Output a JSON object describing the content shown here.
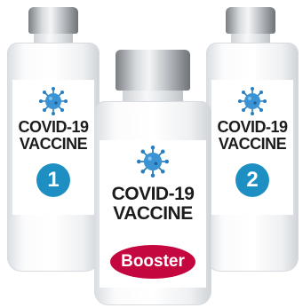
{
  "vials": [
    {
      "line1": "COVID-19",
      "line2": "VACCINE",
      "badge": "1"
    },
    {
      "line1": "COVID-19",
      "line2": "VACCINE",
      "badge": "2"
    },
    {
      "line1": "COVID-19",
      "line2": "VACCINE",
      "badge": "Booster"
    }
  ],
  "colors": {
    "badge_blue": "#1e8fc2",
    "booster_red": "#c4073e",
    "virus_blue": "#2a7fc0"
  },
  "icons": [
    "coronavirus-icon"
  ]
}
